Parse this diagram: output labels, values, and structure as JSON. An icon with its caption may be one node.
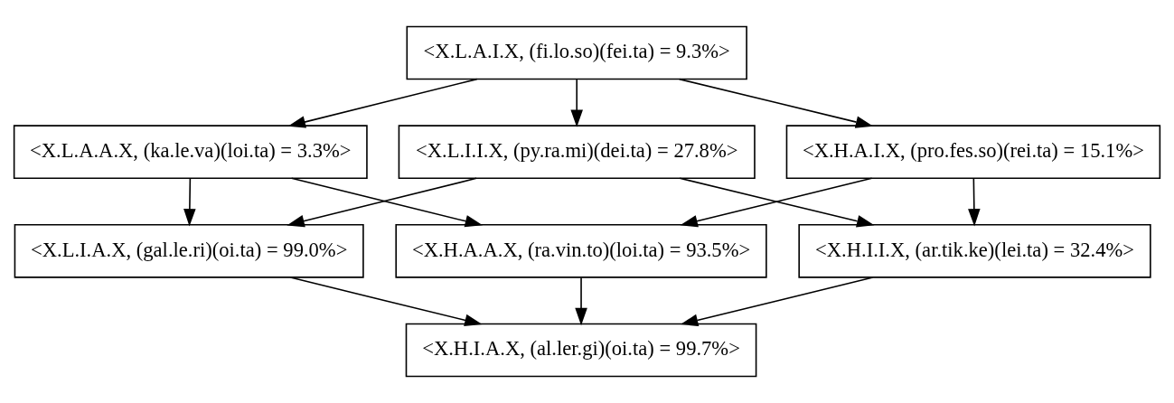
{
  "diagram": {
    "nodes": [
      {
        "text": [
          "<X.L.A.I.X, (fi.lo.so)(fei.ta) = 9.3%>"
        ]
      },
      {
        "text": [
          "<X.L.A.A.X, (ka.le.va)(loi.ta) = 3.3%>"
        ]
      },
      {
        "text": [
          "<X.L.I.I.X, (py.ra.mi)(dei.ta) = 27.8%>"
        ]
      },
      {
        "text": [
          "<X.H.A.I.X, (pro.fes.so)(rei.ta) = 15.1%>"
        ]
      },
      {
        "text": [
          "<X.L.I.A.X, (gal.le.ri)(oi.ta) = 99.0%>"
        ]
      },
      {
        "text": [
          "<X.H.A.A.X, (ra.vin.to)(loi.ta) = 93.5%>"
        ]
      },
      {
        "text": [
          "<X.H.I.I.X, (ar.tik.ke)(lei.ta) = 32.4%>"
        ]
      },
      {
        "text": [
          "<X.H.I.A.X, (al.ler.gi)(oi.ta) = 99.7%>"
        ]
      }
    ],
    "edges": [
      {
        "from": 0,
        "to": 1,
        "arrow": "to"
      },
      {
        "from": 0,
        "to": 2,
        "arrow": "to"
      },
      {
        "from": 0,
        "to": 3,
        "arrow": "to"
      },
      {
        "from": 1,
        "to": 4,
        "arrow": "to"
      },
      {
        "from": 1,
        "to": 5,
        "arrow": "to"
      },
      {
        "from": 2,
        "to": 4,
        "arrow": "to"
      },
      {
        "from": 2,
        "to": 6,
        "arrow": "to"
      },
      {
        "from": 3,
        "to": 5,
        "arrow": "to"
      },
      {
        "from": 3,
        "to": 6,
        "arrow": "to"
      },
      {
        "from": 4,
        "to": 7,
        "arrow": "to"
      },
      {
        "from": 5,
        "to": 7,
        "arrow": "to"
      },
      {
        "from": 6,
        "to": 7,
        "arrow": "to"
      }
    ]
  }
}
